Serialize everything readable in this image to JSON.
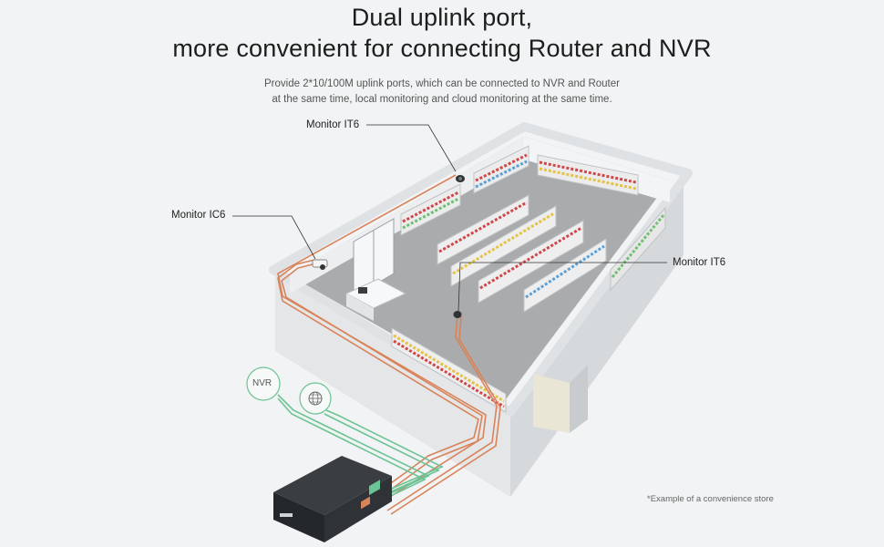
{
  "heading": {
    "line1": "Dual uplink port,",
    "line2": "more convenient for connecting Router and NVR"
  },
  "description": {
    "line1": "Provide 2*10/100M uplink ports, which can be connected to NVR and Router",
    "line2": "at the same time, local monitoring and cloud monitoring at the same time."
  },
  "callouts": {
    "monitor_top": "Monitor  IT6",
    "monitor_left": "Monitor  IC6",
    "monitor_right": "Monitor  IT6"
  },
  "devices": {
    "nvr": "NVR",
    "cloud_icon": "globe-icon"
  },
  "footnote": "*Example of a convenience store",
  "colors": {
    "poe_cable": "#d9835a",
    "uplink_cable": "#6cc394",
    "switch_body": "#2c2f33"
  }
}
